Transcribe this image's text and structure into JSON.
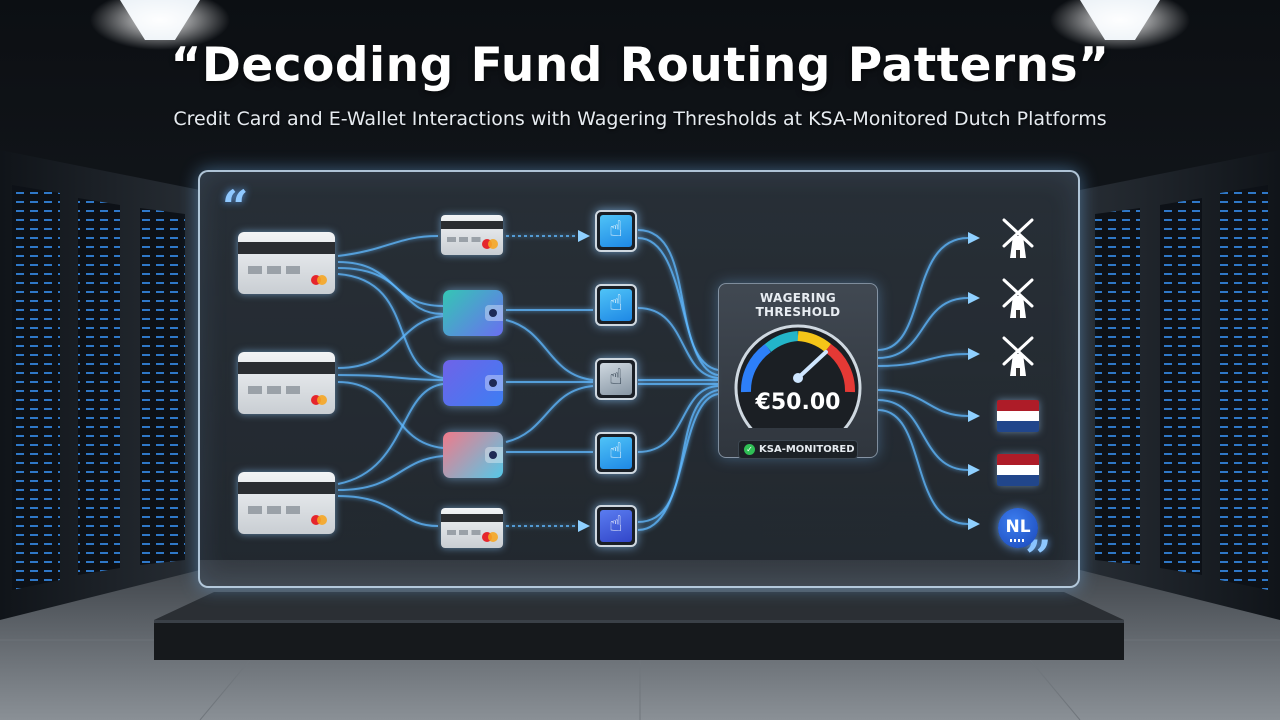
{
  "header": {
    "title": "“Decoding Fund Routing Patterns”",
    "subtitle": "Credit Card and E-Wallet Interactions with Wagering Thresholds at KSA-Monitored Dutch Platforms"
  },
  "panel": {
    "open_quote": "“",
    "close_quote": "”"
  },
  "threshold": {
    "label": "WAGERING THRESHOLD",
    "value": "€50.00",
    "status": "KSA-MONITORED",
    "status_icon": "check-icon"
  },
  "destinations": {
    "nl_label": "NL"
  },
  "icons": {
    "sources": [
      "credit-card-icon",
      "credit-card-icon",
      "credit-card-icon"
    ],
    "intermediate": [
      "credit-card-icon",
      "wallet-icon",
      "wallet-icon",
      "wallet-icon",
      "credit-card-icon"
    ],
    "devices": [
      "tap-phone-icon",
      "tap-phone-icon",
      "tap-phone-icon",
      "tap-phone-icon",
      "tap-phone-icon"
    ],
    "outputs": [
      "windmill-icon",
      "windmill-icon",
      "windmill-icon",
      "netherlands-flag-icon",
      "netherlands-flag-icon",
      "nl-badge-icon"
    ]
  },
  "colors": {
    "flow_glow": "#5fb8ff",
    "flag_red": "#ae1c28",
    "flag_white": "#ffffff",
    "flag_blue": "#21468b",
    "gauge_low": "#2d7ff9",
    "gauge_mid": "#f5c518",
    "gauge_high": "#e53935"
  }
}
